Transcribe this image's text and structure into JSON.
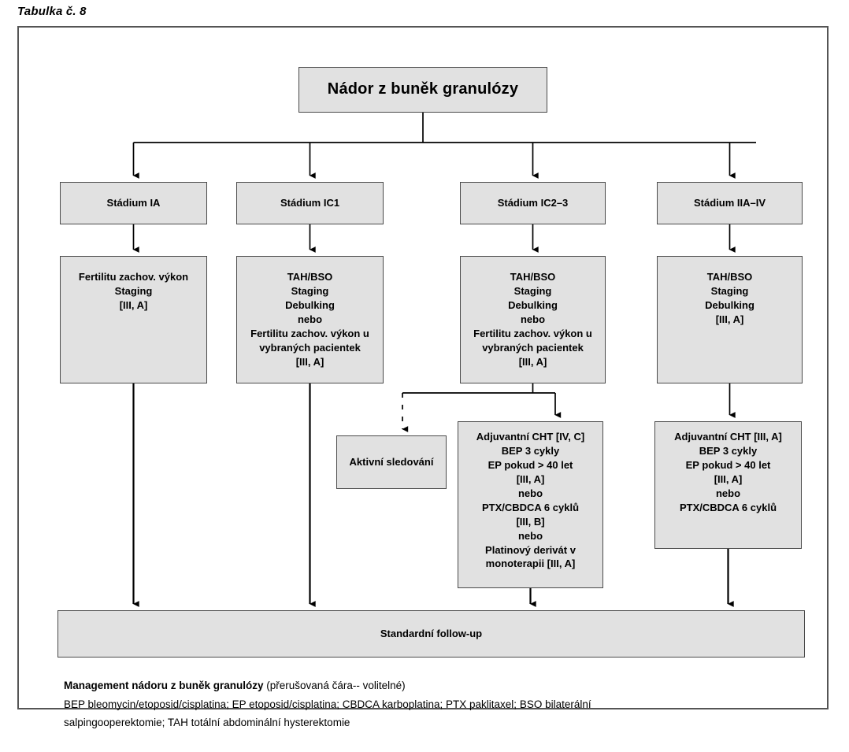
{
  "page": {
    "title": "Tabulka č. 8",
    "accent_fill": "#e1e1e1",
    "border_color": "#4a4a4a",
    "frame_color": "#555555",
    "line_color": "#000000"
  },
  "chart_data": {
    "type": "diagram",
    "title": "Tabulka č. 8",
    "diagram_kind": "clinical-management-flowchart",
    "root": "Nádor z buněk granulózy",
    "branches": [
      {
        "stage": "Stádium IA",
        "treatment": [
          "Fertilitu zachov. výkon",
          "Staging",
          "[III, A]"
        ],
        "followup": "Standardní follow-up"
      },
      {
        "stage": "Stádium IC1",
        "treatment": [
          "TAH/BSO",
          "Staging",
          "Debulking",
          "nebo",
          "Fertilitu zachov. výkon u",
          "vybraných pacientek",
          "[III, A]"
        ],
        "followup": "Standardní follow-up"
      },
      {
        "stage": "Stádium IC2–3",
        "treatment": [
          "TAH/BSO",
          "Staging",
          "Debulking",
          "nebo",
          "Fertilitu zachov. výkon u",
          "vybraných pacientek",
          "[III, A]"
        ],
        "optional_branch": "Aktivní sledování",
        "chemo": [
          "Adjuvantní CHT [IV, C]",
          "BEP 3 cykly",
          "EP pokud > 40 let",
          "[III, A]",
          "nebo",
          "PTX/CBDCA 6 cyklů",
          "[III, B]",
          "nebo",
          "Platinový derivát v",
          "monoterapii [III, A]"
        ],
        "followup": "Standardní follow-up"
      },
      {
        "stage": "Stádium IIA–IV",
        "treatment": [
          "TAH/BSO",
          "Staging",
          "Debulking",
          "[III, A]"
        ],
        "chemo": [
          "Adjuvantní CHT [III, A]",
          "BEP 3 cykly",
          "EP pokud > 40 let",
          "[III, A]",
          "nebo",
          "PTX/CBDCA 6 cyklů"
        ],
        "followup": "Standardní follow-up"
      }
    ]
  },
  "root": {
    "label": "Nádor z buněk granulózy"
  },
  "stages": {
    "ia": "Stádium IA",
    "ic1": "Stádium IC1",
    "ic23": "Stádium IC2–3",
    "iiaiv": "Stádium IIA–IV"
  },
  "treatments": {
    "ia": [
      "Fertilitu zachov. výkon",
      "Staging",
      "[III, A]"
    ],
    "ic1": [
      "TAH/BSO",
      "Staging",
      "Debulking",
      "nebo",
      "Fertilitu zachov. výkon u",
      "vybraných pacientek",
      "[III, A]"
    ],
    "ic23": [
      "TAH/BSO",
      "Staging",
      "Debulking",
      "nebo",
      "Fertilitu zachov. výkon u",
      "vybraných pacientek",
      "[III, A]"
    ],
    "iiaiv": [
      "TAH/BSO",
      "Staging",
      "Debulking",
      "[III, A]"
    ]
  },
  "observation": {
    "label": "Aktivní sledování"
  },
  "chemo": {
    "ic23": [
      "Adjuvantní CHT [IV, C]",
      "BEP 3 cykly",
      "EP pokud > 40 let",
      "[III, A]",
      "nebo",
      "PTX/CBDCA 6 cyklů",
      "[III, B]",
      "nebo",
      "Platinový derivát v",
      "monoterapii [III, A]"
    ],
    "iiaiv": [
      "Adjuvantní CHT [III, A]",
      "BEP 3 cykly",
      "EP pokud > 40 let",
      "[III, A]",
      "nebo",
      "PTX/CBDCA 6 cyklů"
    ]
  },
  "followup": {
    "label": "Standardní follow-up"
  },
  "footnote": {
    "line1_bold": "Management nádoru z buněk granulózy",
    "line1_rest": " (přerušovaná čára-- volitelné)",
    "line2": "BEP bleomycin/etoposid/cisplatina; EP etoposid/cisplatina; CBDCA karboplatina; PTX paklitaxel; BSO bilaterální",
    "line3": "salpingooperektomie; TAH totální abdominální hysterektomie"
  }
}
